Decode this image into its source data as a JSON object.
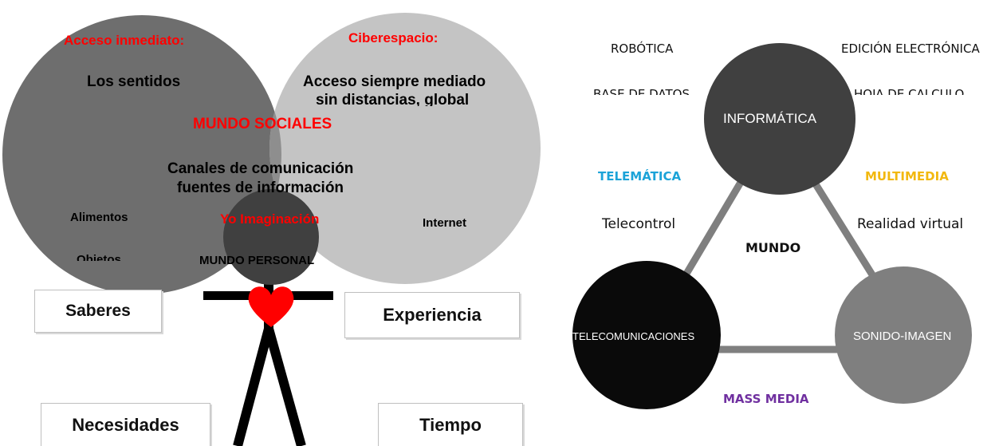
{
  "left_diagram": {
    "left_circle": {
      "title": "Acceso inmediato:",
      "line1": "Los sentidos",
      "item1": "Alimentos",
      "item2": "Objetos"
    },
    "right_circle": {
      "title": "Ciberespacio:",
      "line1": "Acceso siempre mediado",
      "line2": "sin distancias, global",
      "item1": "Internet"
    },
    "overlap": {
      "title": "MUNDO SOCIALES",
      "line1": "Canales de comunicación",
      "line2": "fuentes de información"
    },
    "person": {
      "head_label": "Yo Imaginación",
      "caption": "MUNDO PERSONAL"
    },
    "boxes": {
      "saberes": "Saberes",
      "experiencia": "Experiencia",
      "necesidades": "Necesidades",
      "tiempo": "Tiempo"
    },
    "colors": {
      "left_circle": "#6e6e6e",
      "right_circle": "#c4c4c4",
      "highlight_text": "#ff0000",
      "heart": "#ff0000"
    }
  },
  "right_diagram": {
    "nodes": {
      "informatica": "INFORMÁTICA",
      "telecomunicaciones": "TELECOMUNICACIONES",
      "sonido_imagen": "SONIDO-IMAGEN"
    },
    "center_label": "MUNDO",
    "edge_labels": {
      "telematica": "TELEMÁTICA",
      "multimedia": "MULTIMEDIA",
      "mass_media": "MASS MEDIA"
    },
    "annotations": {
      "robotica": "ROBÓTICA",
      "edicion": "EDICIÓN ELECTRÓNICA",
      "base_datos": "BASE DE DATOS",
      "hoja_calculo": "HOJA DE CÁLCULO",
      "telecontrol": "Telecontrol",
      "realidad_virtual": "Realidad virtual"
    },
    "colors": {
      "informatica": "#404040",
      "telecomunicaciones": "#0a0a0a",
      "sonido_imagen": "#7f7f7f",
      "connector": "#7f7f7f",
      "telematica": "#1ca3d8",
      "multimedia": "#f2b80f",
      "mass_media": "#7030a0"
    }
  }
}
